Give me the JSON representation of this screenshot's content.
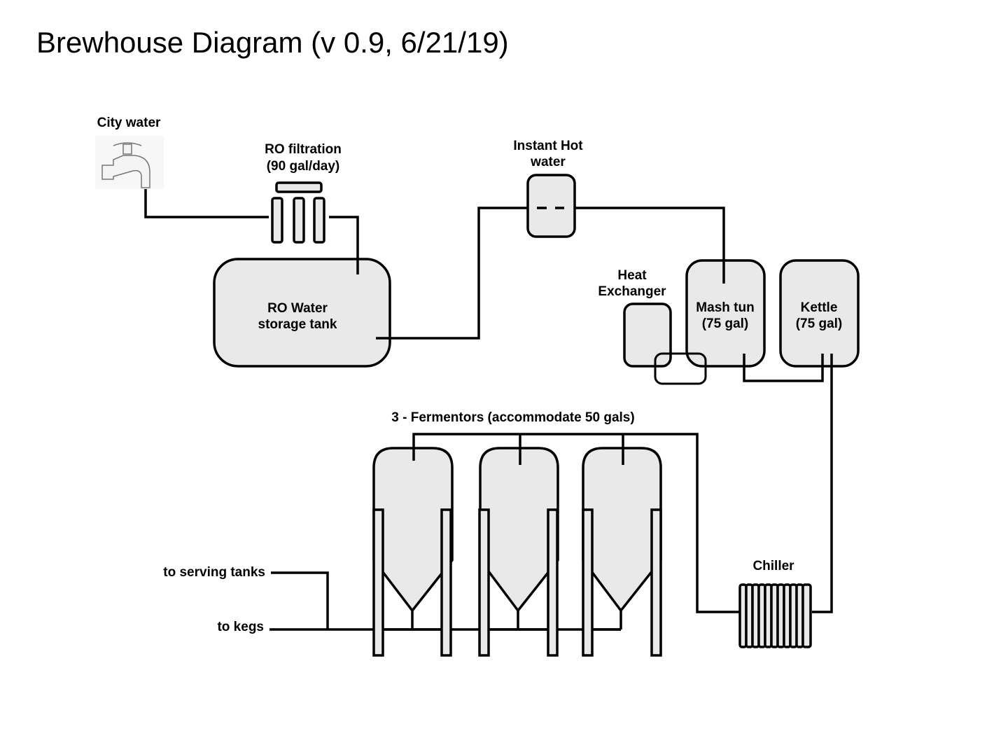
{
  "title": "Brewhouse Diagram (v 0.9, 6/21/19)",
  "labels": {
    "city_water": "City water",
    "ro_filtration_line1": "RO filtration",
    "ro_filtration_line2": "(90 gal/day)",
    "instant_hot_line1": "Instant Hot",
    "instant_hot_line2": "water",
    "ro_tank_line1": "RO Water",
    "ro_tank_line2": "storage tank",
    "heat_exchanger_line1": "Heat",
    "heat_exchanger_line2": "Exchanger",
    "mash_tun_line1": "Mash tun",
    "mash_tun_line2": "(75 gal)",
    "kettle_line1": "Kettle",
    "kettle_line2": "(75 gal)",
    "fermentors": "3 - Fermentors (accommodate 50 gals)",
    "chiller": "Chiller",
    "to_serving_tanks": "to serving tanks",
    "to_kegs": "to kegs"
  },
  "icons": {
    "faucet": "faucet-icon",
    "ro_filter": "ro-filter-icon",
    "chiller_coil": "chiller-coil-icon"
  },
  "colors": {
    "fill": "#e9e9e9",
    "stroke": "#000000"
  }
}
